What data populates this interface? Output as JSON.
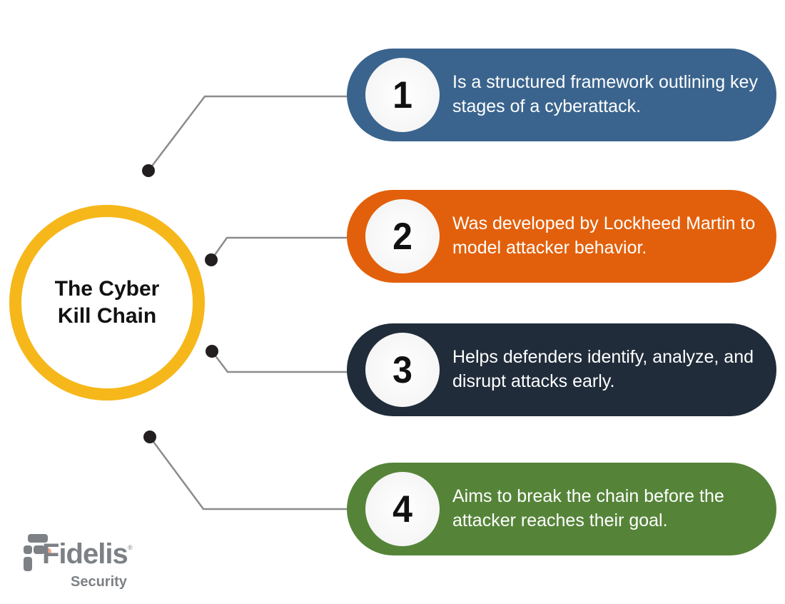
{
  "hub": {
    "title": "The Cyber Kill Chain",
    "ring_color": "#f6b71a"
  },
  "items": [
    {
      "number": "1",
      "text": "Is a structured framework outlining key stages of a cyberattack.",
      "color": "#3a648d"
    },
    {
      "number": "2",
      "text": "Was developed by Lockheed Martin to model attacker behavior.",
      "color": "#e2600b"
    },
    {
      "number": "3",
      "text": "Helps defenders identify, analyze, and disrupt attacks early.",
      "color": "#202c3a"
    },
    {
      "number": "4",
      "text": "Aims to break the chain before the attacker reaches their goal.",
      "color": "#558439"
    }
  ],
  "logo": {
    "name": "Fidelis",
    "sub": "Security",
    "reg": "®",
    "accent": "#f0a98a",
    "color": "#7d8185"
  },
  "connector_color": "#8c8c8c",
  "dot_color": "#231f20"
}
